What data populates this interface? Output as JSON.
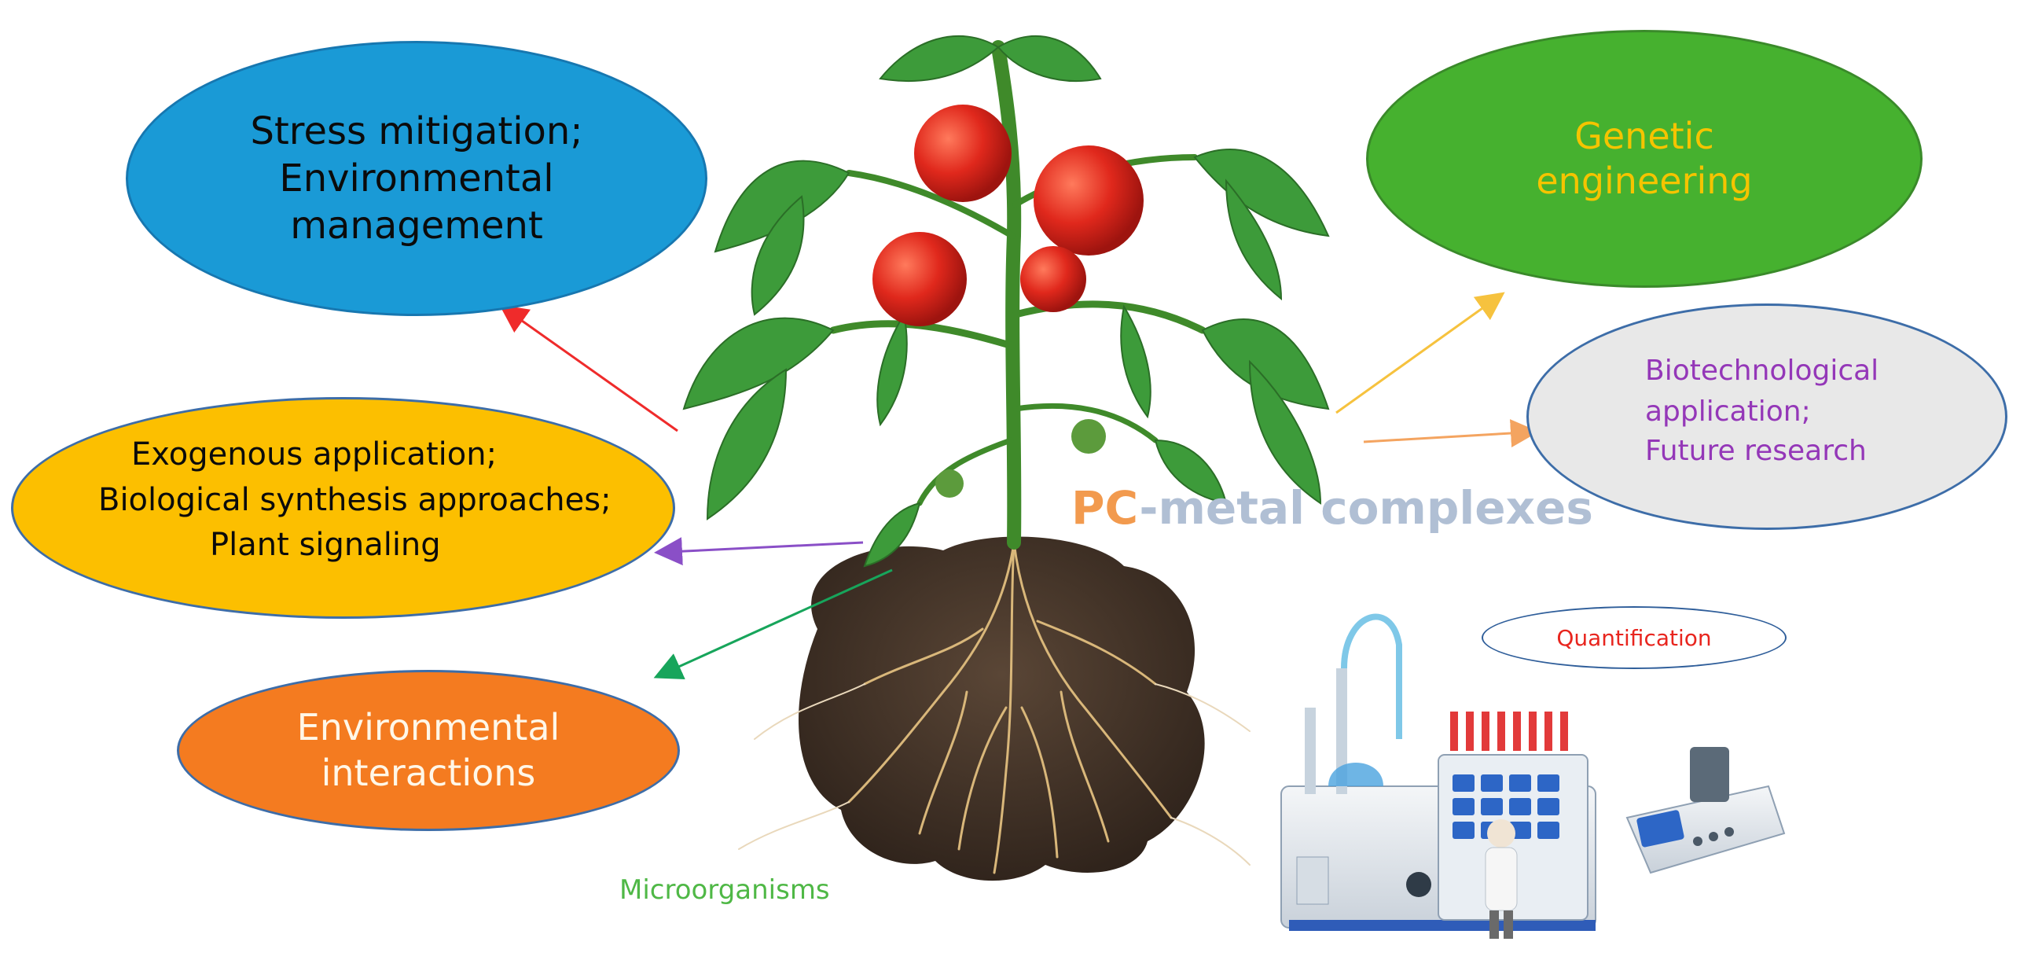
{
  "center_label": {
    "prefix": "PC",
    "rest": "-metal complexes"
  },
  "ellipses": {
    "stress": {
      "lines": [
        "Stress mitigation;",
        "Environmental",
        "management"
      ],
      "fill": "#1a9ad6"
    },
    "exogenous": {
      "lines": [
        "Exogenous  application;",
        "Biological synthesis approaches;",
        "Plant signaling"
      ],
      "fill": "#fcbf00"
    },
    "environmental": {
      "lines": [
        "Environmental",
        "interactions"
      ],
      "fill": "#f47b20"
    },
    "genetic": {
      "lines": [
        "Genetic",
        "engineering"
      ],
      "fill": "#46b12f"
    },
    "biotech": {
      "lines": [
        "Biotechnological",
        "application;",
        "Future research"
      ],
      "fill": "#e8e8e8"
    },
    "quantification": {
      "text": "Quantification"
    }
  },
  "microorganisms": "Microorganisms",
  "arrow_colors": {
    "to_stress": "#ef2b2b",
    "to_exogenous": "#8a4fc7",
    "to_environmental": "#17a55b",
    "to_genetic": "#f6c23e",
    "to_biotech": "#f4a460"
  }
}
